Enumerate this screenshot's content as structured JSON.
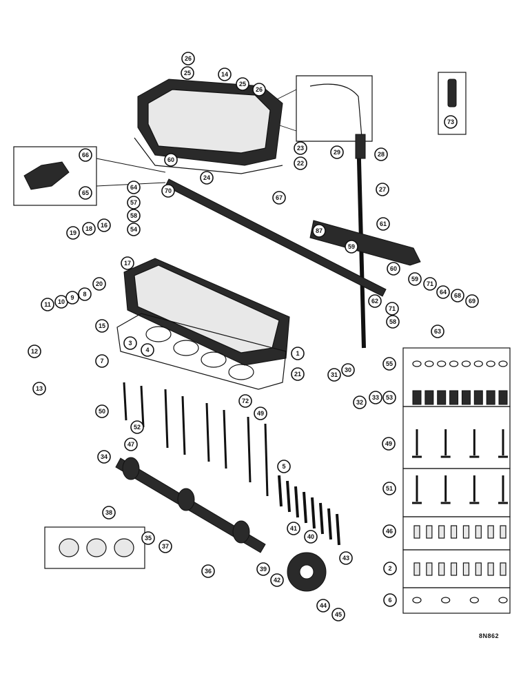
{
  "diagram": {
    "drawing_code": "8N862",
    "callouts": [
      {
        "id": "c26a",
        "label": "26"
      },
      {
        "id": "c25a",
        "label": "25"
      },
      {
        "id": "c14",
        "label": "14"
      },
      {
        "id": "c25b",
        "label": "25"
      },
      {
        "id": "c26b",
        "label": "26"
      },
      {
        "id": "c73",
        "label": "73"
      },
      {
        "id": "c66",
        "label": "66"
      },
      {
        "id": "c65",
        "label": "65"
      },
      {
        "id": "c60a",
        "label": "60"
      },
      {
        "id": "c64a",
        "label": "64"
      },
      {
        "id": "c70",
        "label": "70"
      },
      {
        "id": "c24",
        "label": "24"
      },
      {
        "id": "c23",
        "label": "23"
      },
      {
        "id": "c22",
        "label": "22"
      },
      {
        "id": "c29",
        "label": "29"
      },
      {
        "id": "c28",
        "label": "28"
      },
      {
        "id": "c27",
        "label": "27"
      },
      {
        "id": "c67",
        "label": "67"
      },
      {
        "id": "c57",
        "label": "57"
      },
      {
        "id": "c58a",
        "label": "58"
      },
      {
        "id": "c54",
        "label": "54"
      },
      {
        "id": "c19",
        "label": "19"
      },
      {
        "id": "c18",
        "label": "18"
      },
      {
        "id": "c16",
        "label": "16"
      },
      {
        "id": "c17",
        "label": "17"
      },
      {
        "id": "c61",
        "label": "61"
      },
      {
        "id": "c87",
        "label": "87"
      },
      {
        "id": "c59a",
        "label": "59"
      },
      {
        "id": "c60b",
        "label": "60"
      },
      {
        "id": "c59b",
        "label": "59"
      },
      {
        "id": "c71a",
        "label": "71"
      },
      {
        "id": "c62",
        "label": "62"
      },
      {
        "id": "c71b",
        "label": "71"
      },
      {
        "id": "c64b",
        "label": "64"
      },
      {
        "id": "c68",
        "label": "68"
      },
      {
        "id": "c69",
        "label": "69"
      },
      {
        "id": "c58b",
        "label": "58"
      },
      {
        "id": "c63",
        "label": "63"
      },
      {
        "id": "c20",
        "label": "20"
      },
      {
        "id": "c11",
        "label": "11"
      },
      {
        "id": "c10",
        "label": "10"
      },
      {
        "id": "c9",
        "label": "9"
      },
      {
        "id": "c8",
        "label": "8"
      },
      {
        "id": "c15",
        "label": "15"
      },
      {
        "id": "c12",
        "label": "12"
      },
      {
        "id": "c3",
        "label": "3"
      },
      {
        "id": "c4",
        "label": "4"
      },
      {
        "id": "c1",
        "label": "1"
      },
      {
        "id": "c7",
        "label": "7"
      },
      {
        "id": "c13",
        "label": "13"
      },
      {
        "id": "c21",
        "label": "21"
      },
      {
        "id": "c31",
        "label": "31"
      },
      {
        "id": "c30",
        "label": "30"
      },
      {
        "id": "c32",
        "label": "32"
      },
      {
        "id": "c33",
        "label": "33"
      },
      {
        "id": "c55",
        "label": "55"
      },
      {
        "id": "c53",
        "label": "53"
      },
      {
        "id": "c50",
        "label": "50"
      },
      {
        "id": "c52",
        "label": "52"
      },
      {
        "id": "c72",
        "label": "72"
      },
      {
        "id": "c49a",
        "label": "49"
      },
      {
        "id": "c47",
        "label": "47"
      },
      {
        "id": "c34",
        "label": "34"
      },
      {
        "id": "c49b",
        "label": "49"
      },
      {
        "id": "c5",
        "label": "5"
      },
      {
        "id": "c51",
        "label": "51"
      },
      {
        "id": "c38",
        "label": "38"
      },
      {
        "id": "c46",
        "label": "46"
      },
      {
        "id": "c41",
        "label": "41"
      },
      {
        "id": "c40",
        "label": "40"
      },
      {
        "id": "c35",
        "label": "35"
      },
      {
        "id": "c37",
        "label": "37"
      },
      {
        "id": "c43",
        "label": "43"
      },
      {
        "id": "c2",
        "label": "2"
      },
      {
        "id": "c39",
        "label": "39"
      },
      {
        "id": "c42",
        "label": "42"
      },
      {
        "id": "c36",
        "label": "36"
      },
      {
        "id": "c6",
        "label": "6"
      },
      {
        "id": "c44",
        "label": "44"
      },
      {
        "id": "c45",
        "label": "45"
      }
    ]
  }
}
